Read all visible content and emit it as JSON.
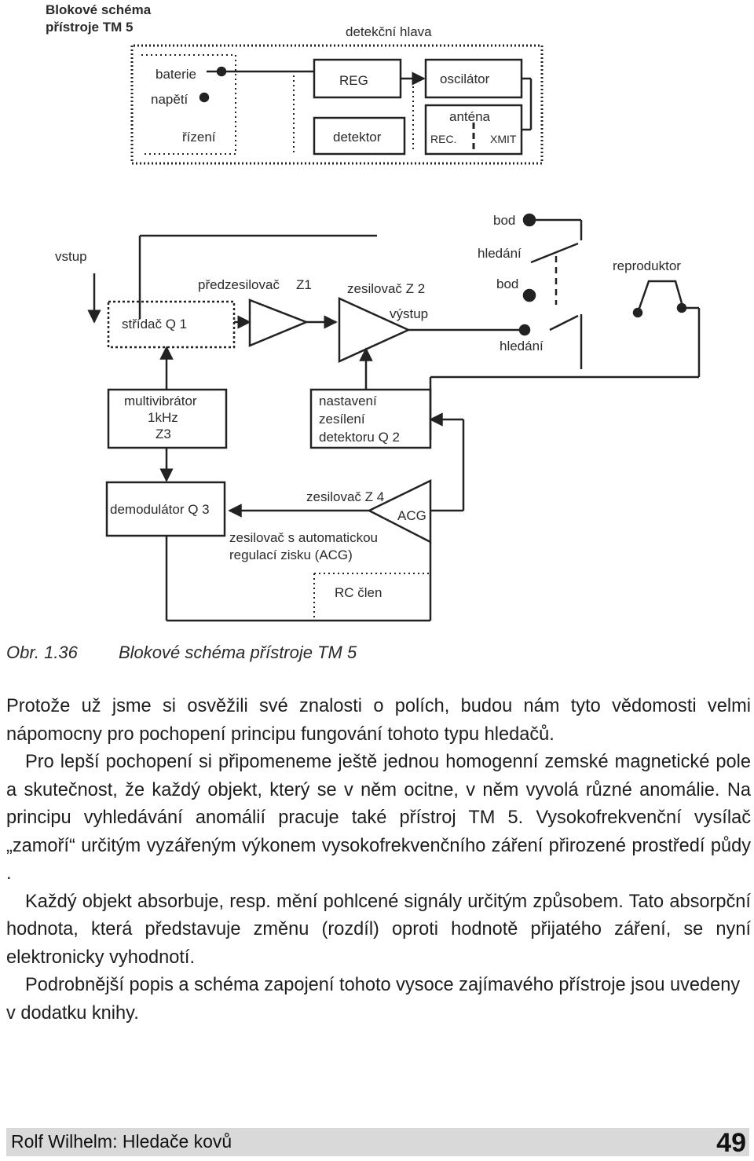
{
  "diagram": {
    "title_line1": "Blokové schéma",
    "title_line2": "přístroje TM 5",
    "head_label": "detekční hlava",
    "baterie": "baterie",
    "napeti": "napětí",
    "rizeni": "řízení",
    "reg": "REG",
    "oscilator": "oscilátor",
    "antena": "anténa",
    "detektor": "detektor",
    "rec": "REC.",
    "xmit": "XMIT",
    "bod_top": "bod",
    "hledani_top": "hledání",
    "bod_mid": "bod",
    "hledani_bottom": "hledání",
    "vstup": "vstup",
    "reproduktor": "reproduktor",
    "predzesilovac": "předzesilovač",
    "z1": "Z1",
    "zesilovac_z2": "zesilovač Z 2",
    "vystup": "výstup",
    "stridac": "střídač Q 1",
    "multivibrator": "multivibrátor",
    "freq": "1kHz",
    "z3": "Z3",
    "nastaveni": "nastavení",
    "zesileni": "zesílení",
    "detektoru": "detektoru Q 2",
    "zesilovac_z4": "zesilovač Z 4",
    "acg": "ACG",
    "demodulator": "demodulátor Q 3",
    "acg_desc1": "zesilovač s automatickou",
    "acg_desc2": "regulací zisku (ACG)",
    "rc": "RC člen"
  },
  "caption": {
    "number": "Obr. 1.36",
    "text": "Blokové schéma přístroje TM 5"
  },
  "paragraphs": [
    "Protože už jsme si osvěžili své znalosti o polích, budou nám tyto vědomosti velmi nápomocny pro pochopení principu fungování tohoto typu hledačů.",
    "Pro lepší pochopení si připomeneme ještě jednou homogenní zemské magnetické pole a skutečnost, že každý objekt, který se v něm ocitne, v něm vyvolá různé anomálie. Na principu vyhledávání anomálií pracuje také přístroj TM 5. Vysokofrekvenční vysílač „zamoří“ určitým vyzářeným výkonem vysokofrekvenčního záření přirozené prostředí půdy .",
    "Každý objekt absorbuje, resp. mění pohlcené signály určitým způsobem. Tato absorpční hodnota, která představuje změnu (rozdíl) oproti hodnotě přijatého záření, se nyní elektronicky vyhodnotí.",
    "Podrobnější popis a schéma zapojení tohoto vysoce zajímavého přístroje jsou uvedeny v dodatku knihy."
  ],
  "footer": {
    "book": "Rolf Wilhelm: Hledače kovů",
    "page": "49"
  }
}
